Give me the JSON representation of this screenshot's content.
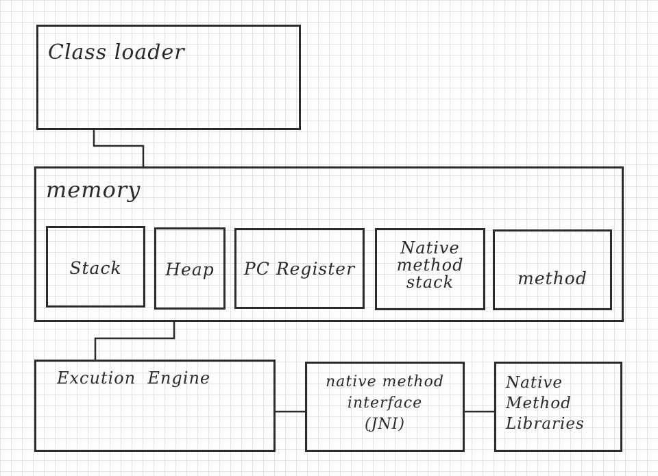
{
  "diagram": {
    "class_loader": {
      "label": "Class loader"
    },
    "memory": {
      "label": "memory",
      "areas": [
        {
          "label": "Stack"
        },
        {
          "label": "Heap"
        },
        {
          "label": "PC Register"
        },
        {
          "label": "Native\nmethod\nstack"
        },
        {
          "label": "method"
        }
      ]
    },
    "execution_engine": {
      "label": "Excution  Engine"
    },
    "native_interface": {
      "label": "native method\ninterface\n(JNI)"
    },
    "native_libraries": {
      "label": "Native\nMethod\nLibraries"
    }
  }
}
